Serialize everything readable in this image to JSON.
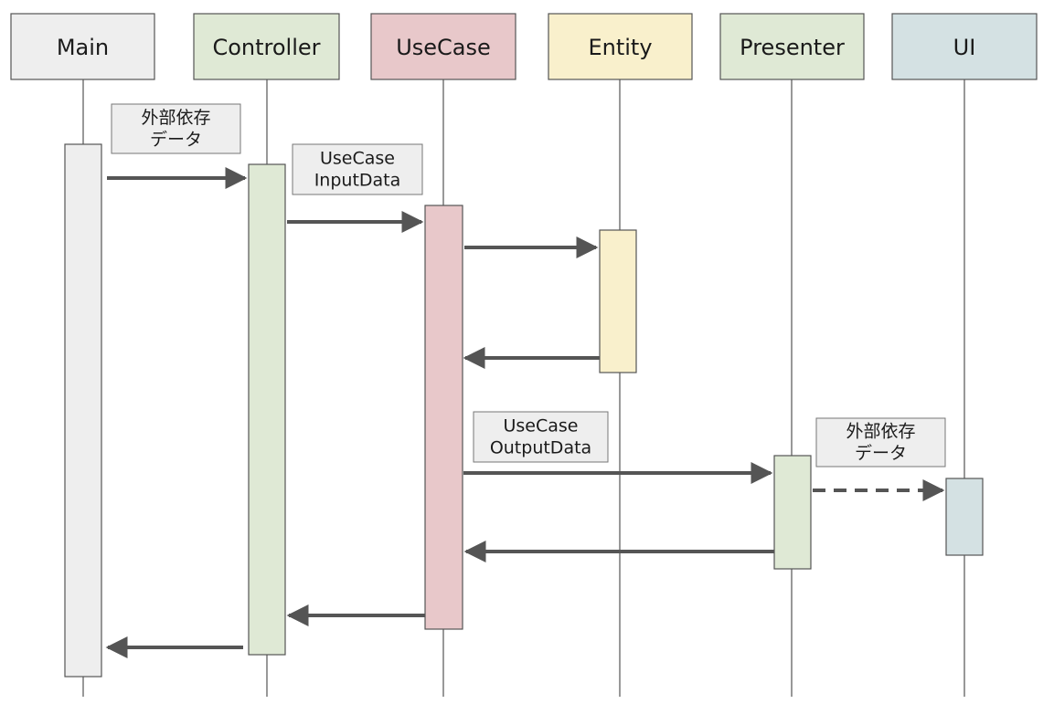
{
  "participants": [
    {
      "id": "main",
      "name": "Main",
      "fill": "#eeeeee",
      "stroke": "#555555"
    },
    {
      "id": "controller",
      "name": "Controller",
      "fill": "#dfe9d5",
      "stroke": "#555555"
    },
    {
      "id": "usecase",
      "name": "UseCase",
      "fill": "#e8c8ca",
      "stroke": "#555555"
    },
    {
      "id": "entity",
      "name": "Entity",
      "fill": "#f9f0cc",
      "stroke": "#555555"
    },
    {
      "id": "presenter",
      "name": "Presenter",
      "fill": "#dfe9d5",
      "stroke": "#555555"
    },
    {
      "id": "ui",
      "name": "UI",
      "fill": "#d4e1e3",
      "stroke": "#555555"
    }
  ],
  "labels": [
    {
      "id": "external-data-1",
      "lines": [
        "外部依存",
        "データ"
      ]
    },
    {
      "id": "usecase-input-data",
      "lines": [
        "UseCase",
        "InputData"
      ]
    },
    {
      "id": "usecase-output-data",
      "lines": [
        "UseCase",
        "OutputData"
      ]
    },
    {
      "id": "external-data-2",
      "lines": [
        "外部依存",
        "データ"
      ]
    }
  ],
  "messages": [
    {
      "from": "main",
      "to": "controller",
      "style": "solid",
      "label": "external-data-1"
    },
    {
      "from": "controller",
      "to": "usecase",
      "style": "solid",
      "label": "usecase-input-data"
    },
    {
      "from": "usecase",
      "to": "entity",
      "style": "solid"
    },
    {
      "from": "entity",
      "to": "usecase",
      "style": "solid"
    },
    {
      "from": "usecase",
      "to": "presenter",
      "style": "solid",
      "label": "usecase-output-data"
    },
    {
      "from": "presenter",
      "to": "ui",
      "style": "dashed",
      "label": "external-data-2"
    },
    {
      "from": "presenter",
      "to": "usecase",
      "style": "solid"
    },
    {
      "from": "usecase",
      "to": "controller",
      "style": "solid"
    },
    {
      "from": "controller",
      "to": "main",
      "style": "solid"
    }
  ],
  "colors": {
    "lifeline": "#555555",
    "arrow": "#555555",
    "label_fill": "#eeeeee",
    "label_stroke": "#777777"
  }
}
